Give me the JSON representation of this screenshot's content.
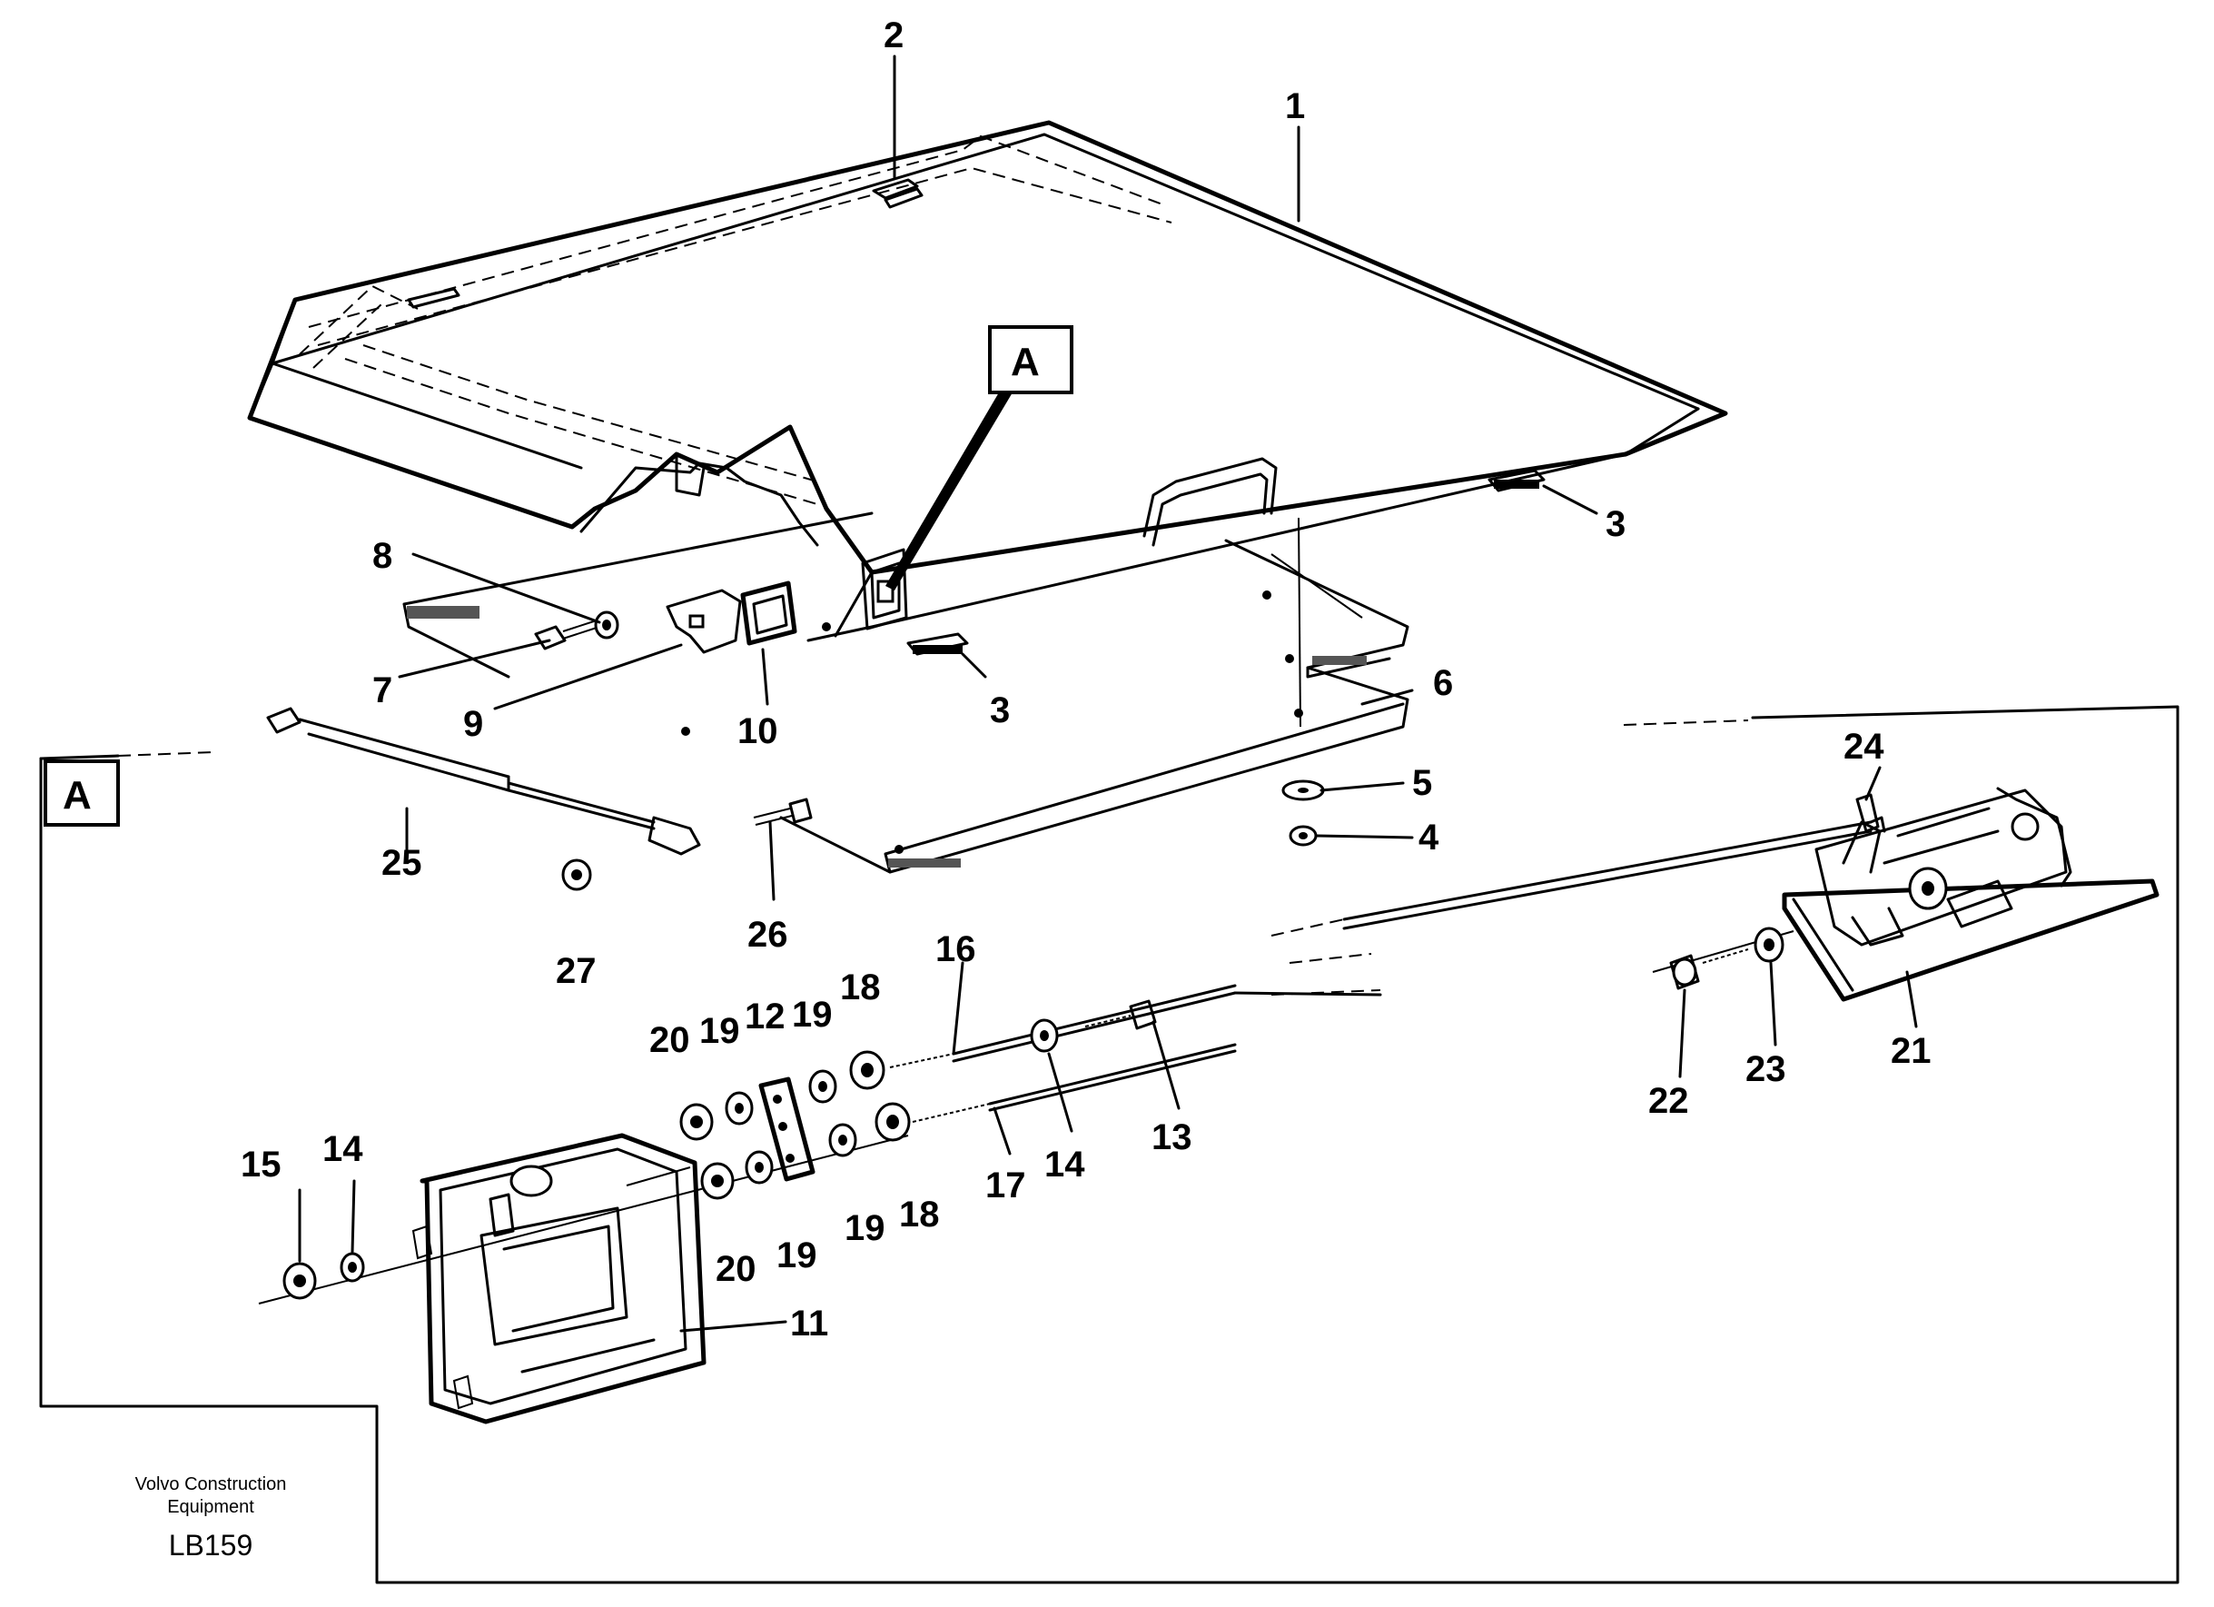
{
  "callouts": {
    "c1": "1",
    "c2": "2",
    "c3a": "3",
    "c3b": "3",
    "c4": "4",
    "c5": "5",
    "c6": "6",
    "c7": "7",
    "c8": "8",
    "c9": "9",
    "c10": "10",
    "c11": "11",
    "c12": "12",
    "c13": "13",
    "c14a": "14",
    "c14b": "14",
    "c15": "15",
    "c16": "16",
    "c17": "17",
    "c18a": "18",
    "c18b": "18",
    "c19a": "19",
    "c19b": "19",
    "c19c": "19",
    "c19d": "19",
    "c20a": "20",
    "c20b": "20",
    "c21": "21",
    "c22": "22",
    "c23": "23",
    "c24": "24",
    "c25": "25",
    "c26": "26",
    "c27": "27"
  },
  "detail_labels": {
    "top": "A",
    "inset": "A"
  },
  "footer": {
    "line1": "Volvo Construction",
    "line2": "Equipment",
    "code": "LB159"
  }
}
